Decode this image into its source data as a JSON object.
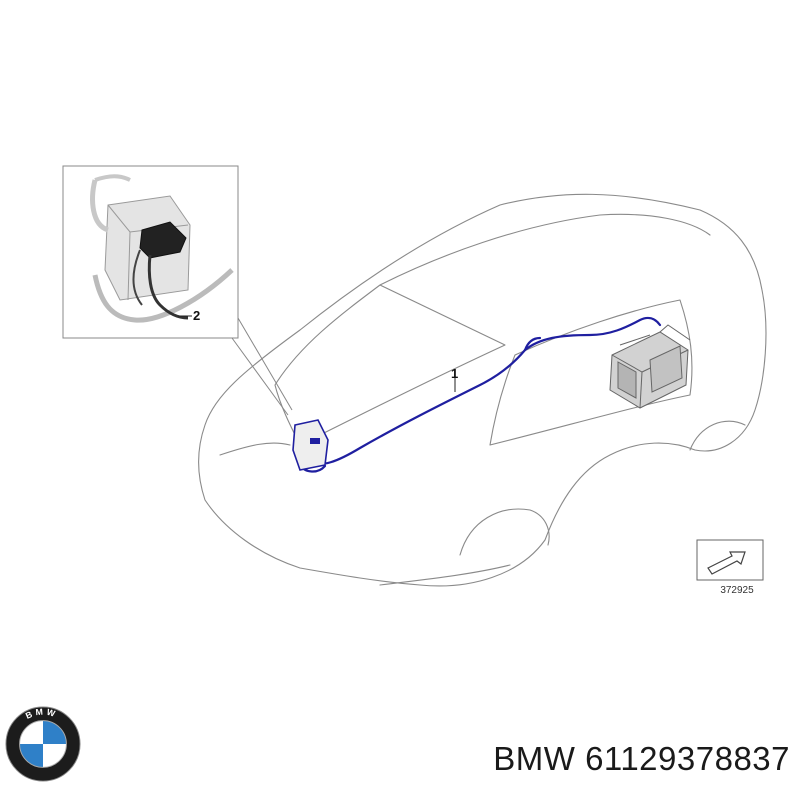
{
  "diagram": {
    "callouts": [
      {
        "id": "1",
        "label": "1"
      },
      {
        "id": "2",
        "label": "2"
      }
    ],
    "reference_number": "372925"
  },
  "footer": {
    "brand": "BMW",
    "part_number": "61129378837",
    "text": "BMW 61129378837"
  },
  "logo": {
    "name": "bmw-logo-icon",
    "ring_letters": "BMW",
    "colors": {
      "ring": "#1c1c1c",
      "blue": "#2f80c8",
      "white": "#ffffff"
    }
  },
  "colors": {
    "line_art": "#8a8a8a",
    "harness": "#1f1fa0"
  }
}
